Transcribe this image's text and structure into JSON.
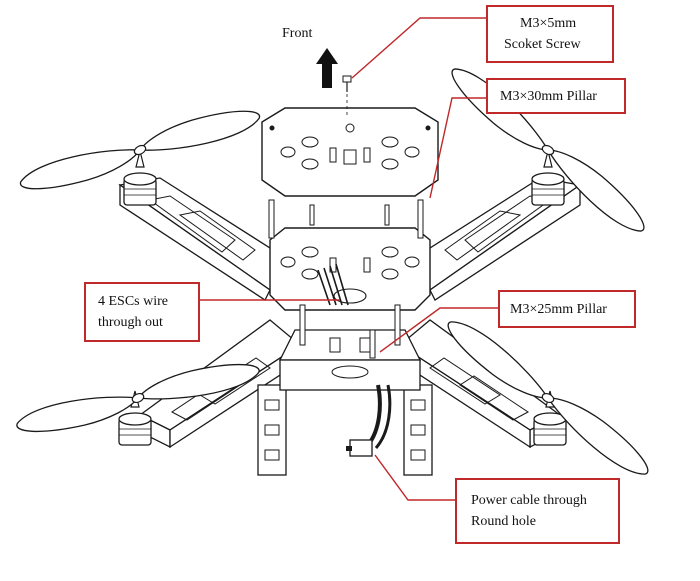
{
  "colors": {
    "callout_border": "#c0282a",
    "leader_line": "#c0282a",
    "drawing_ink": "#1a1a1a"
  },
  "direction": {
    "label": "Front",
    "icon": "arrow-up-icon"
  },
  "callouts": {
    "screw": {
      "line1": "M3×5mm",
      "line2": "Scoket Screw"
    },
    "pillar30": {
      "line1": "M3×30mm Pillar"
    },
    "escs": {
      "line1": "4 ESCs wire",
      "line2": "through out"
    },
    "pillar25": {
      "line1": "M3×25mm Pillar"
    },
    "power": {
      "line1": "Power cable through",
      "line2": "Round hole"
    }
  }
}
